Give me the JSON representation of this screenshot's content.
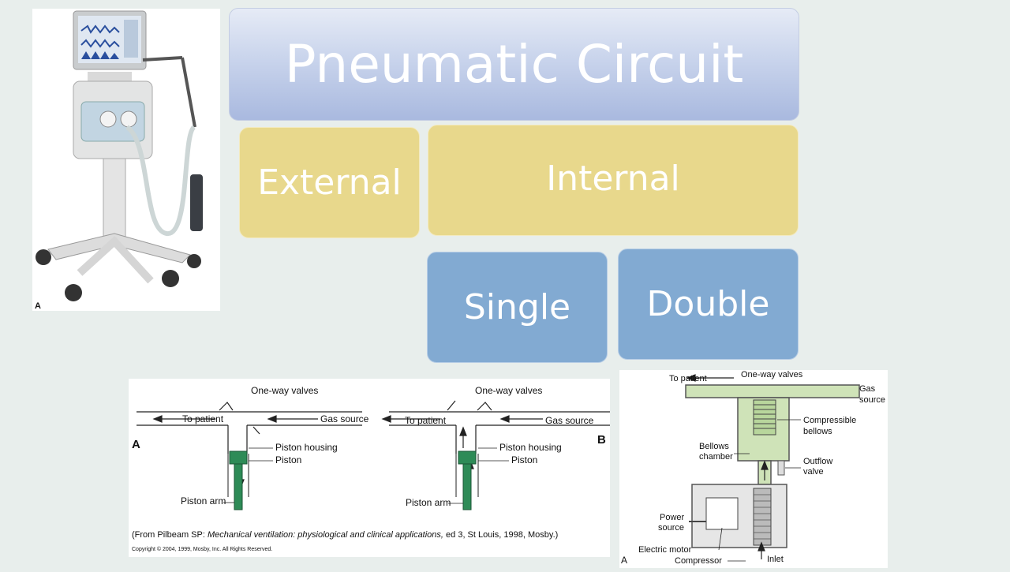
{
  "diagram": {
    "title": "Pneumatic Circuit",
    "branches": [
      "External",
      "Internal"
    ],
    "sub_branches": [
      "Single",
      "Double"
    ]
  },
  "ventilator_photo": {
    "panel_letter": "A"
  },
  "piston_figure": {
    "panel_a": "A",
    "panel_b": "B",
    "to_patient": "To patient",
    "one_way_valves": "One-way valves",
    "gas_source": "Gas source",
    "piston_housing": "Piston housing",
    "piston": "Piston",
    "piston_arm": "Piston arm",
    "citation_prefix": "(From Pilbeam SP: ",
    "citation_title": "Mechanical ventilation: physiological and clinical applications,",
    "citation_suffix": " ed 3, St Louis, 1998, Mosby.)",
    "copyright": "Copyright © 2004, 1999, Mosby, Inc. All Rights Reserved."
  },
  "bellows_figure": {
    "panel_letter": "A",
    "to_patient": "To patient",
    "one_way_valves": "One-way valves",
    "gas_source_line1": "Gas",
    "gas_source_line2": "source",
    "compressible_line1": "Compressible",
    "compressible_line2": "bellows",
    "bellows_chamber_line1": "Bellows",
    "bellows_chamber_line2": "chamber",
    "outflow_line1": "Outflow",
    "outflow_line2": "valve",
    "power_line1": "Power",
    "power_line2": "source",
    "electric_motor": "Electric motor",
    "compressor": "Compressor",
    "inlet": "Inlet"
  },
  "colors": {
    "title_gradient": [
      "#e6ebf6",
      "#a9b9df"
    ],
    "external_internal": "#e8d88c",
    "single_double": "#82aad2",
    "piston_green": "#2e8b57",
    "bellows_green": "#cfe3b8"
  }
}
